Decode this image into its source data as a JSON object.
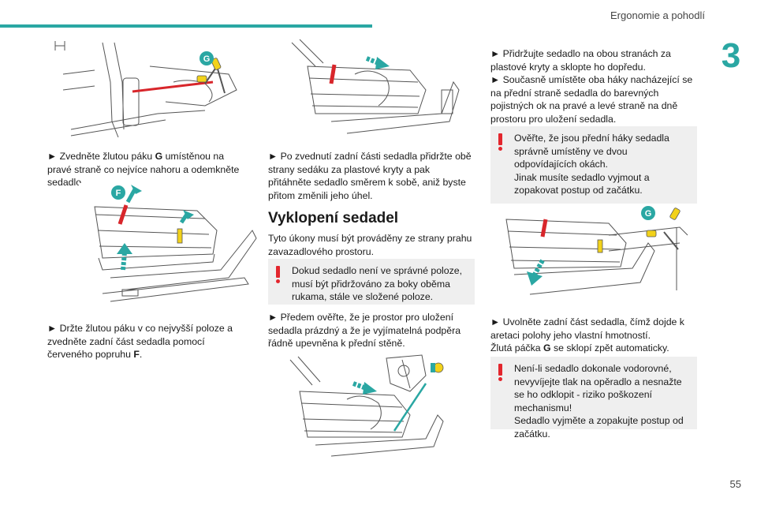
{
  "header": {
    "title": "Ergonomie a pohodlí",
    "chapter": "3",
    "page_number": "55"
  },
  "left": {
    "step1": {
      "arrow": "►",
      "text_a": "Zvedněte žlutou páku ",
      "bold": "G",
      "text_b": " umístěnou na pravé straně co nejvíce nahoru a odemkněte sedadlo."
    },
    "step2": {
      "arrow": "►",
      "text_a": "Držte žlutou páku v co nejvyšší poloze a zvedněte zadní část sedadla pomocí červeného popruhu ",
      "bold": "F",
      "text_b": "."
    },
    "label_g": "G",
    "label_f": "F"
  },
  "middle": {
    "step1": {
      "arrow": "►",
      "text": "Po zvednutí zadní části sedadla přidržte obě strany sedáku za plastové kryty a pak přitáhněte sedadlo směrem k sobě, aniž byste přitom změnili jeho úhel."
    },
    "section_title": "Vyklopení sedadel",
    "intro": "Tyto úkony musí být prováděny ze strany prahu zavazadlového prostoru.",
    "warning": "Dokud sedadlo není ve správné poloze, musí být přidržováno za boky oběma rukama, stále ve složené poloze.",
    "step2": {
      "arrow": "►",
      "text": "Předem ověřte, že je prostor pro uložení sedadla prázdný a že je vyjímatelná podpěra řádně upevněna k přední stěně."
    }
  },
  "right": {
    "step1": {
      "arrow": "►",
      "text": "Přidržujte sedadlo na obou stranách za plastové kryty a sklopte ho dopředu."
    },
    "step2": {
      "arrow": "►",
      "text": "Současně umístěte oba háky nacházející se na přední straně sedadla do barevných pojistných ok na pravé a levé straně na dně prostoru pro uložení sedadla."
    },
    "warning1": {
      "line1": "Ověřte, že jsou přední háky sedadla správně umístěny ve dvou odpovídajících okách.",
      "line2": "Jinak musíte sedadlo vyjmout a zopakovat postup od začátku."
    },
    "step3": {
      "arrow": "►",
      "text_a": "Uvolněte zadní část sedadla, čímž dojde k aretaci polohy jeho vlastní hmotností.",
      "text_b1": "Žlutá páčka ",
      "bold": "G",
      "text_b2": " se sklopí zpět automaticky."
    },
    "warning2": {
      "line1": "Není-li sedadlo dokonale vodorovné, nevyvíjejte tlak na opěradlo a nesnažte se ho odklopit - riziko poškození mechanismu!",
      "line2": "Sedadlo vyjměte a zopakujte postup od začátku."
    },
    "label_g": "G"
  },
  "colors": {
    "accent": "#2aa7a3",
    "warning": "#e3262d",
    "lever": "#f2d21a",
    "strap": "#d8262b",
    "warning_bg": "#efefef"
  }
}
